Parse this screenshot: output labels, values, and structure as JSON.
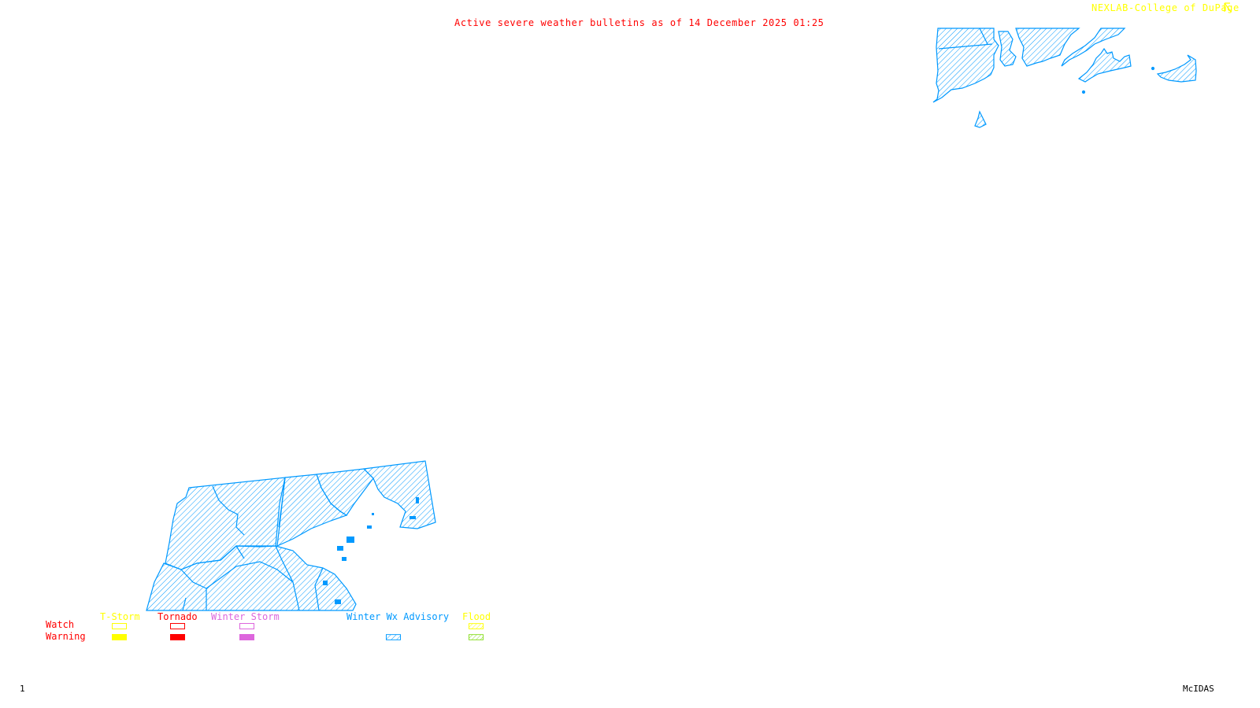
{
  "header": {
    "title": "Active severe weather bulletins as of 14 December 2025 01:25",
    "credit": "NEXLAB-College of DuPage",
    "credit_icon": "cursor-arrow-icon"
  },
  "footer": {
    "frame_number": "1",
    "software": "McIDAS"
  },
  "map": {
    "regions": [
      {
        "name": "Southern New England (RI / SE MA / Cape Cod / Islands)",
        "bulletin": "Winter Wx Advisory"
      },
      {
        "name": "Chesapeake Bay region (MD / DE / VA)",
        "bulletin": "Winter Wx Advisory"
      }
    ],
    "advisory_color": "#0099ff"
  },
  "legend": {
    "row_labels": {
      "watch": "Watch",
      "warning": "Warning"
    },
    "columns": [
      {
        "label": "T-Storm",
        "color": "#ffff00",
        "watch": "outline",
        "warning": "solid"
      },
      {
        "label": "Tornado",
        "color": "#ff0000",
        "watch": "outline",
        "warning": "solid"
      },
      {
        "label": "Winter Storm",
        "color": "#dd66dd",
        "watch": "outline",
        "warning": "solid"
      },
      {
        "label": "Winter Wx Advisory",
        "color": "#0099ff",
        "watch": "none",
        "warning": "hatched"
      },
      {
        "label": "Flood",
        "color": "#ffff00",
        "watch": "hatched",
        "warning": "hatched",
        "warning_color": "#88dd22"
      }
    ]
  }
}
